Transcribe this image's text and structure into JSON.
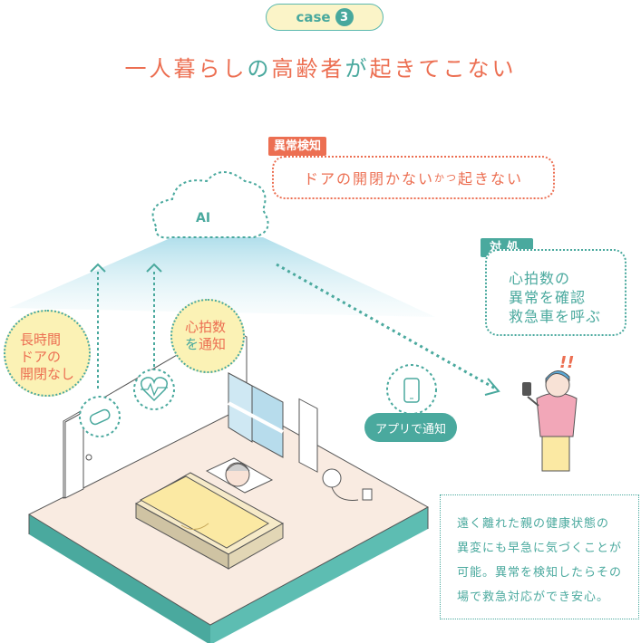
{
  "case_badge": {
    "label": "case",
    "number": "3"
  },
  "title": {
    "part1": "一人暮らし",
    "part2": "の",
    "part3": "高齢者",
    "part4": "が",
    "part5": "起きてこない"
  },
  "ai_label": "AI",
  "detection": {
    "tag": "異常検知",
    "text_main": "ドアの開閉かない",
    "text_small": "かつ",
    "text_end": "起きない"
  },
  "response": {
    "tag": "対処",
    "lines": [
      "心拍数の",
      "異常を確認",
      "救急車を呼ぶ"
    ]
  },
  "door_bubble": {
    "lines": [
      "長時間",
      "ドアの",
      "開閉なし"
    ]
  },
  "heart_bubble": {
    "line1": "心拍数",
    "line2a": "を",
    "line2b": "通知"
  },
  "app_notice": "アプリで通知",
  "exclamation": "!!",
  "note": {
    "lines": [
      "遠く離れた親の健康状態の",
      "異変にも早急に気づくことが",
      "可能。異常を検知したらその",
      "場で救急対応ができ安心。"
    ]
  },
  "colors": {
    "teal": "#4aa99e",
    "orange": "#ec6f52",
    "yellow": "#fbf2b5",
    "floor": "#f9ebe1"
  }
}
